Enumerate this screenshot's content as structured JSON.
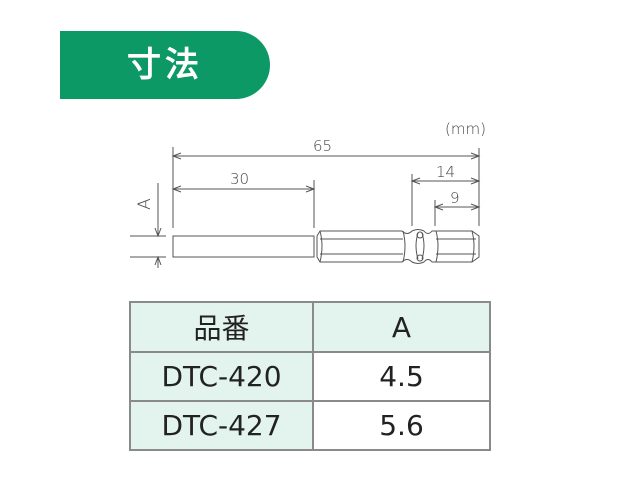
{
  "header": {
    "title": "寸法",
    "color": "#0c9966"
  },
  "drawing": {
    "unit_label": "(mm)",
    "dimensions": {
      "overall_length": "65",
      "shank_length": "30",
      "hex_end_length": "14",
      "tip_length": "9",
      "diameter_label": "A"
    }
  },
  "table": {
    "headers": [
      "品番",
      "A"
    ],
    "header_bg": "#e3f4ef",
    "rows": [
      {
        "model": "DTC-420",
        "a": "4.5"
      },
      {
        "model": "DTC-427",
        "a": "5.6"
      }
    ]
  }
}
